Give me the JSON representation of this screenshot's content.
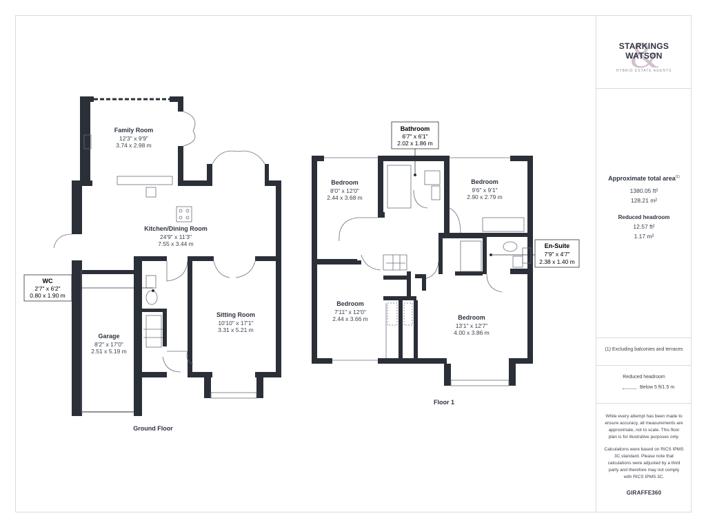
{
  "brand": {
    "name_line1": "STARKINGS",
    "name_line2": "WATSON",
    "tagline": "HYBRID ESTATE AGENTS",
    "accent_color": "#c9b7c6"
  },
  "area": {
    "title": "Approximate total area",
    "title_superscript": "(1)",
    "sqft": "1380.05 ft²",
    "sqm": "128.21 m²",
    "reduced_title": "Reduced headroom",
    "reduced_sqft": "12.57 ft²",
    "reduced_sqm": "1.17 m²"
  },
  "footnote": "(1) Excluding balconies and terraces",
  "legend": {
    "title": "Reduced headroom",
    "item": "Below 5 ft/1.5 m"
  },
  "disclaimer": {
    "p1_lines": [
      "While every attempt has been made to",
      "ensure accuracy, all measurements are",
      "approximate, not to scale. This floor",
      "plan is for illustrative purposes only."
    ],
    "p2_lines": [
      "Calculations were based on RICS IPMS",
      "3C standard. Please note that",
      "calculations were adjusted by a third",
      "party and therefore may not comply",
      "with RICS IPMS 3C."
    ]
  },
  "software": "GIRAFFE360",
  "floors": {
    "ground": "Ground Floor",
    "first": "Floor 1"
  },
  "rooms": {
    "family": {
      "name": "Family Room",
      "imperial": "12'3\" x 9'9\"",
      "metric": "3.74 x 2.98 m"
    },
    "kitchen": {
      "name": "Kitchen/Dining Room",
      "imperial": "24'9\" x 11'3\"",
      "metric": "7.55 x 3.44 m"
    },
    "sitting": {
      "name": "Sitting Room",
      "imperial": "10'10\" x 17'1\"",
      "metric": "3.31 x 5.21 m"
    },
    "garage": {
      "name": "Garage",
      "imperial": "8'2\" x 17'0\"",
      "metric": "2.51 x 5.19 m"
    },
    "wc": {
      "name": "WC",
      "imperial": "2'7\" x 6'2\"",
      "metric": "0.80 x 1.90 m"
    },
    "bathroom": {
      "name": "Bathroom",
      "imperial": "6'7\" x 6'1\"",
      "metric": "2.02 x 1.86 m"
    },
    "bed1": {
      "name": "Bedroom",
      "imperial": "8'0\" x 12'0\"",
      "metric": "2.44 x 3.68 m"
    },
    "bed2": {
      "name": "Bedroom",
      "imperial": "9'6\" x 9'1\"",
      "metric": "2.90 x 2.79 m"
    },
    "ensuite": {
      "name": "En-Suite",
      "imperial": "7'9\" x 4'7\"",
      "metric": "2.38 x 1.40 m"
    },
    "bed3": {
      "name": "Bedroom",
      "imperial": "7'11\" x 12'0\"",
      "metric": "2.44 x 3.66 m"
    },
    "bed4": {
      "name": "Bedroom",
      "imperial": "13'1\" x 12'7\"",
      "metric": "4.00 x 3.86 m"
    }
  }
}
